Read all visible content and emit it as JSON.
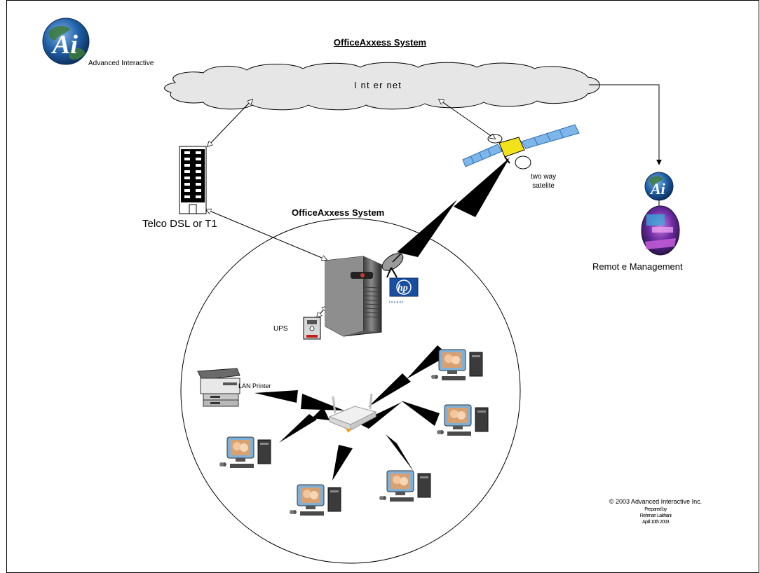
{
  "diagram": {
    "title": "OfficeAxxess System",
    "brand": {
      "logo_text": "Ai",
      "name": "Advanced Interactive"
    },
    "internet_label": "I nt er net",
    "telco_label": "Telco DSL or T1",
    "system_label": "OfficeAxxess System",
    "satellite_label": "two way\nsatelite",
    "remote_label": "Remot e Management",
    "remote_logo_text": "Ai",
    "ups_label": "UPS",
    "printer_label": "LAN Printer",
    "hp_logo_text": "hp",
    "hp_tagline": "i n v e n t",
    "credits": {
      "copyright": "© 2003 Advanced Interactive Inc.",
      "prepared_by": "Prepared by",
      "author": "Rehman Lakhani",
      "date": "April 10th 2003"
    },
    "colors": {
      "cloud_fill": "#e6e6e6",
      "satellite_body": "#f2e21a",
      "solar_panel": "#7eb6ea",
      "globe_blue": "#1f5fa6",
      "globe_land": "#3d7a3a",
      "hp_blue": "#1a4fa0",
      "router_accent": "#f29b1b"
    }
  }
}
